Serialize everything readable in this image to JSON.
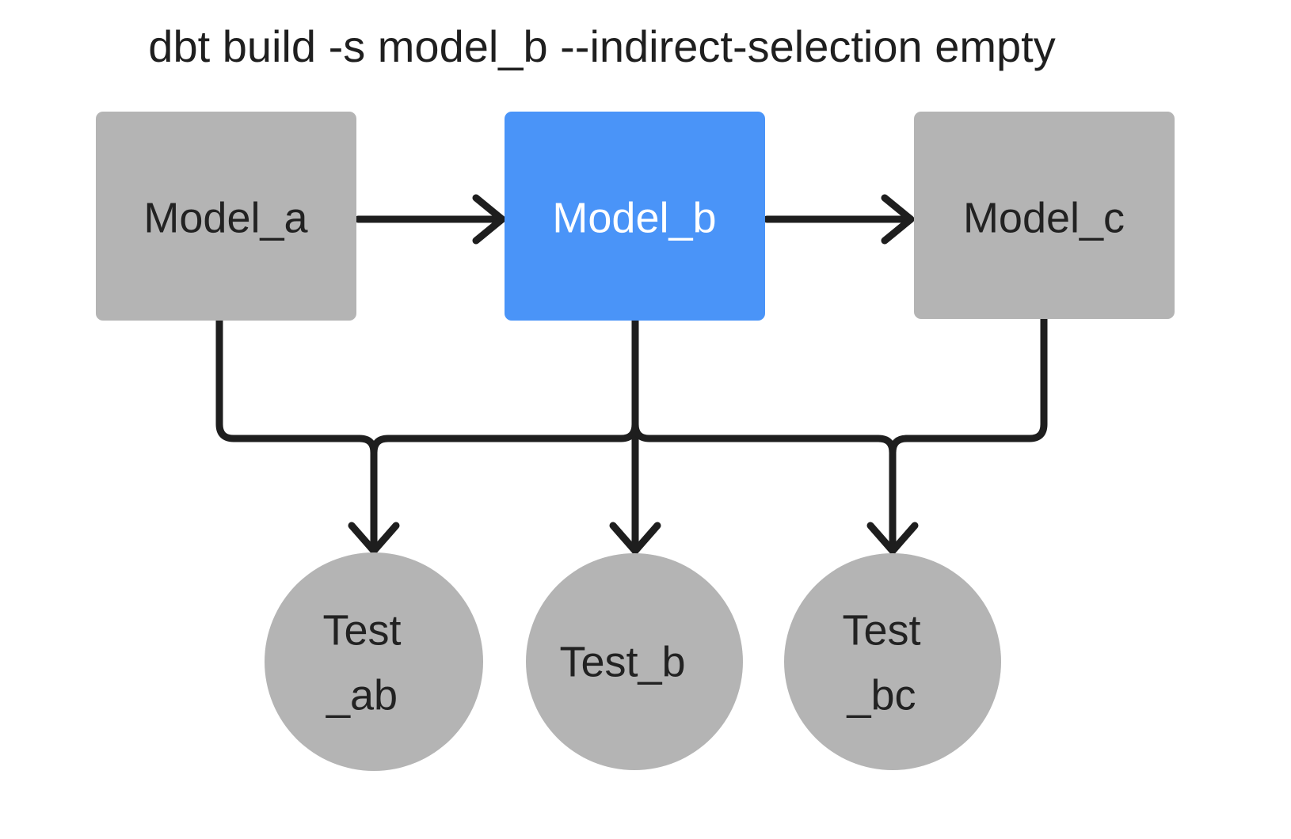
{
  "diagram": {
    "title": "dbt build -s model_b --indirect-selection empty",
    "background_color": "#ffffff",
    "edge_color": "#1e1e1e",
    "colors": {
      "node_default": "#b4b4b4",
      "node_selected": "#4a94f8",
      "label_default": "#222222",
      "label_selected": "#ffffff",
      "title": "#1f1f1f"
    },
    "nodes": {
      "model_a": {
        "label": "Model_a",
        "shape": "rect",
        "state": "unselected",
        "fill": "#b4b4b4",
        "text_color": "#222222"
      },
      "model_b": {
        "label": "Model_b",
        "shape": "rect",
        "state": "selected",
        "fill": "#4a94f8",
        "text_color": "#ffffff"
      },
      "model_c": {
        "label": "Model_c",
        "shape": "rect",
        "state": "unselected",
        "fill": "#b4b4b4",
        "text_color": "#222222"
      },
      "test_ab": {
        "label_line1": "Test",
        "label_line2": "_ab",
        "shape": "circle",
        "state": "unselected",
        "fill": "#b4b4b4",
        "text_color": "#222222"
      },
      "test_b": {
        "label_line1": "Test_b",
        "label_line2": "",
        "shape": "circle",
        "state": "unselected",
        "fill": "#b4b4b4",
        "text_color": "#222222"
      },
      "test_bc": {
        "label_line1": "Test",
        "label_line2": "_bc",
        "shape": "circle",
        "state": "unselected",
        "fill": "#b4b4b4",
        "text_color": "#222222"
      }
    },
    "edges": [
      {
        "id": "a-to-b",
        "from": "model_a",
        "to": "model_b",
        "style": "straight-horizontal"
      },
      {
        "id": "b-to-c",
        "from": "model_b",
        "to": "model_c",
        "style": "straight-horizontal"
      },
      {
        "id": "a-to-test-ab",
        "from": "model_a",
        "to": "test_ab",
        "style": "orthogonal"
      },
      {
        "id": "b-to-test-ab",
        "from": "model_b",
        "to": "test_ab",
        "style": "orthogonal"
      },
      {
        "id": "b-to-test-b",
        "from": "model_b",
        "to": "test_b",
        "style": "orthogonal"
      },
      {
        "id": "b-to-test-bc",
        "from": "model_b",
        "to": "test_bc",
        "style": "orthogonal"
      },
      {
        "id": "c-to-test-bc",
        "from": "model_c",
        "to": "test_bc",
        "style": "orthogonal"
      }
    ]
  }
}
